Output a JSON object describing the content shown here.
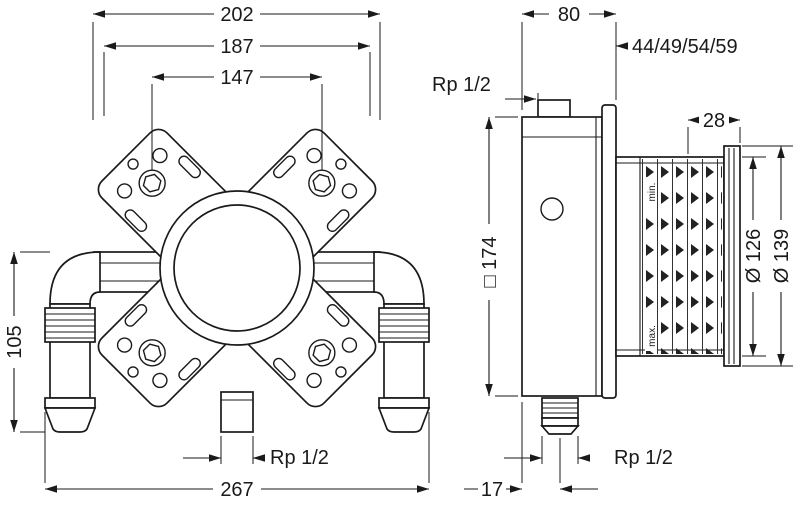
{
  "front": {
    "dim_total_width": "202",
    "dim_hole_spacing": "187",
    "dim_screw_spacing": "147",
    "dim_pipe_height": "105",
    "dim_overall_width": "267",
    "thread_bottom": "Rp 1/2"
  },
  "side": {
    "dim_depth": "80",
    "dim_depth_options": "44/49/54/59",
    "thread_top": "Rp 1/2",
    "dim_end_margin": "28",
    "dim_square": "□ 174",
    "dim_dia_inner": "Ø 126",
    "dim_dia_outer": "Ø 139",
    "dim_pipe_offset": "17",
    "thread_bottom": "Rp 1/2",
    "label_min": "min.",
    "label_max": "max."
  }
}
